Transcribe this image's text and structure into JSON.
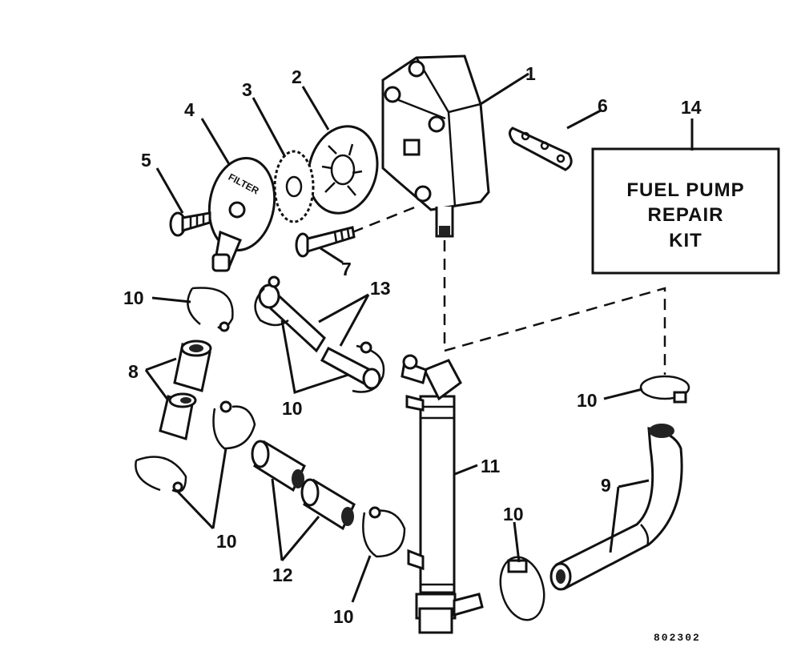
{
  "diagram": {
    "callouts": {
      "c1": "1",
      "c2": "2",
      "c3": "3",
      "c4": "4",
      "c5": "5",
      "c6": "6",
      "c7": "7",
      "c8": "8",
      "c9": "9",
      "c10a": "10",
      "c10b": "10",
      "c10c": "10",
      "c10d": "10",
      "c10e": "10",
      "c10f": "10",
      "c11": "11",
      "c12": "12",
      "c13": "13",
      "c14": "14"
    },
    "kit_box": {
      "line1": "FUEL PUMP",
      "line2": "REPAIR",
      "line3": "KIT"
    },
    "figure_number": "802302",
    "filter_cover_text": "FILTER"
  }
}
